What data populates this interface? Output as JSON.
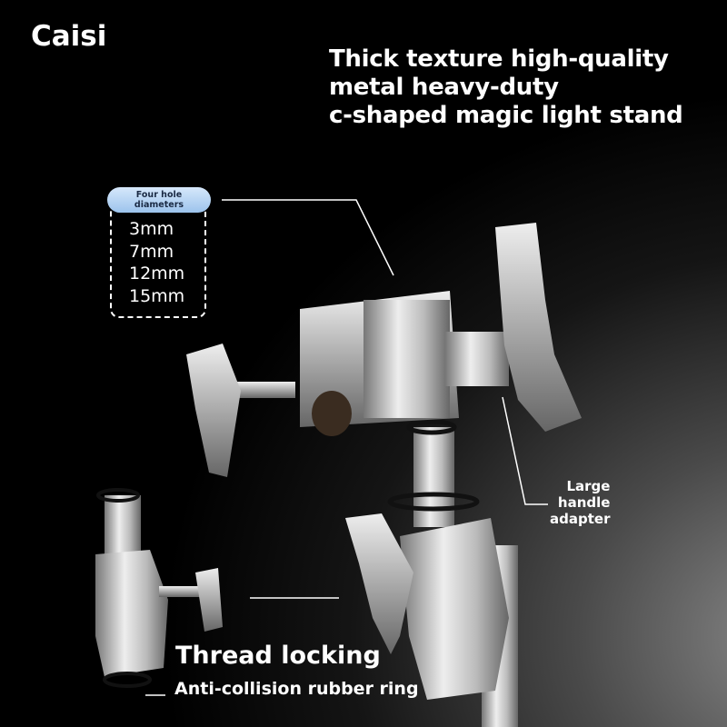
{
  "brand": "Caisi",
  "headline": [
    "Thick texture high-quality",
    "metal heavy-duty",
    "c-shaped magic light stand"
  ],
  "hole_diameters": {
    "title": "Four hole diameters",
    "title_lines": [
      "Four hole",
      "diameters"
    ],
    "sizes": [
      "3mm",
      "7mm",
      "12mm",
      "15mm"
    ]
  },
  "callouts": {
    "handle": [
      "Large",
      "handle",
      "adapter"
    ],
    "thread": "Thread locking",
    "ring": "Anti-collision rubber ring"
  }
}
